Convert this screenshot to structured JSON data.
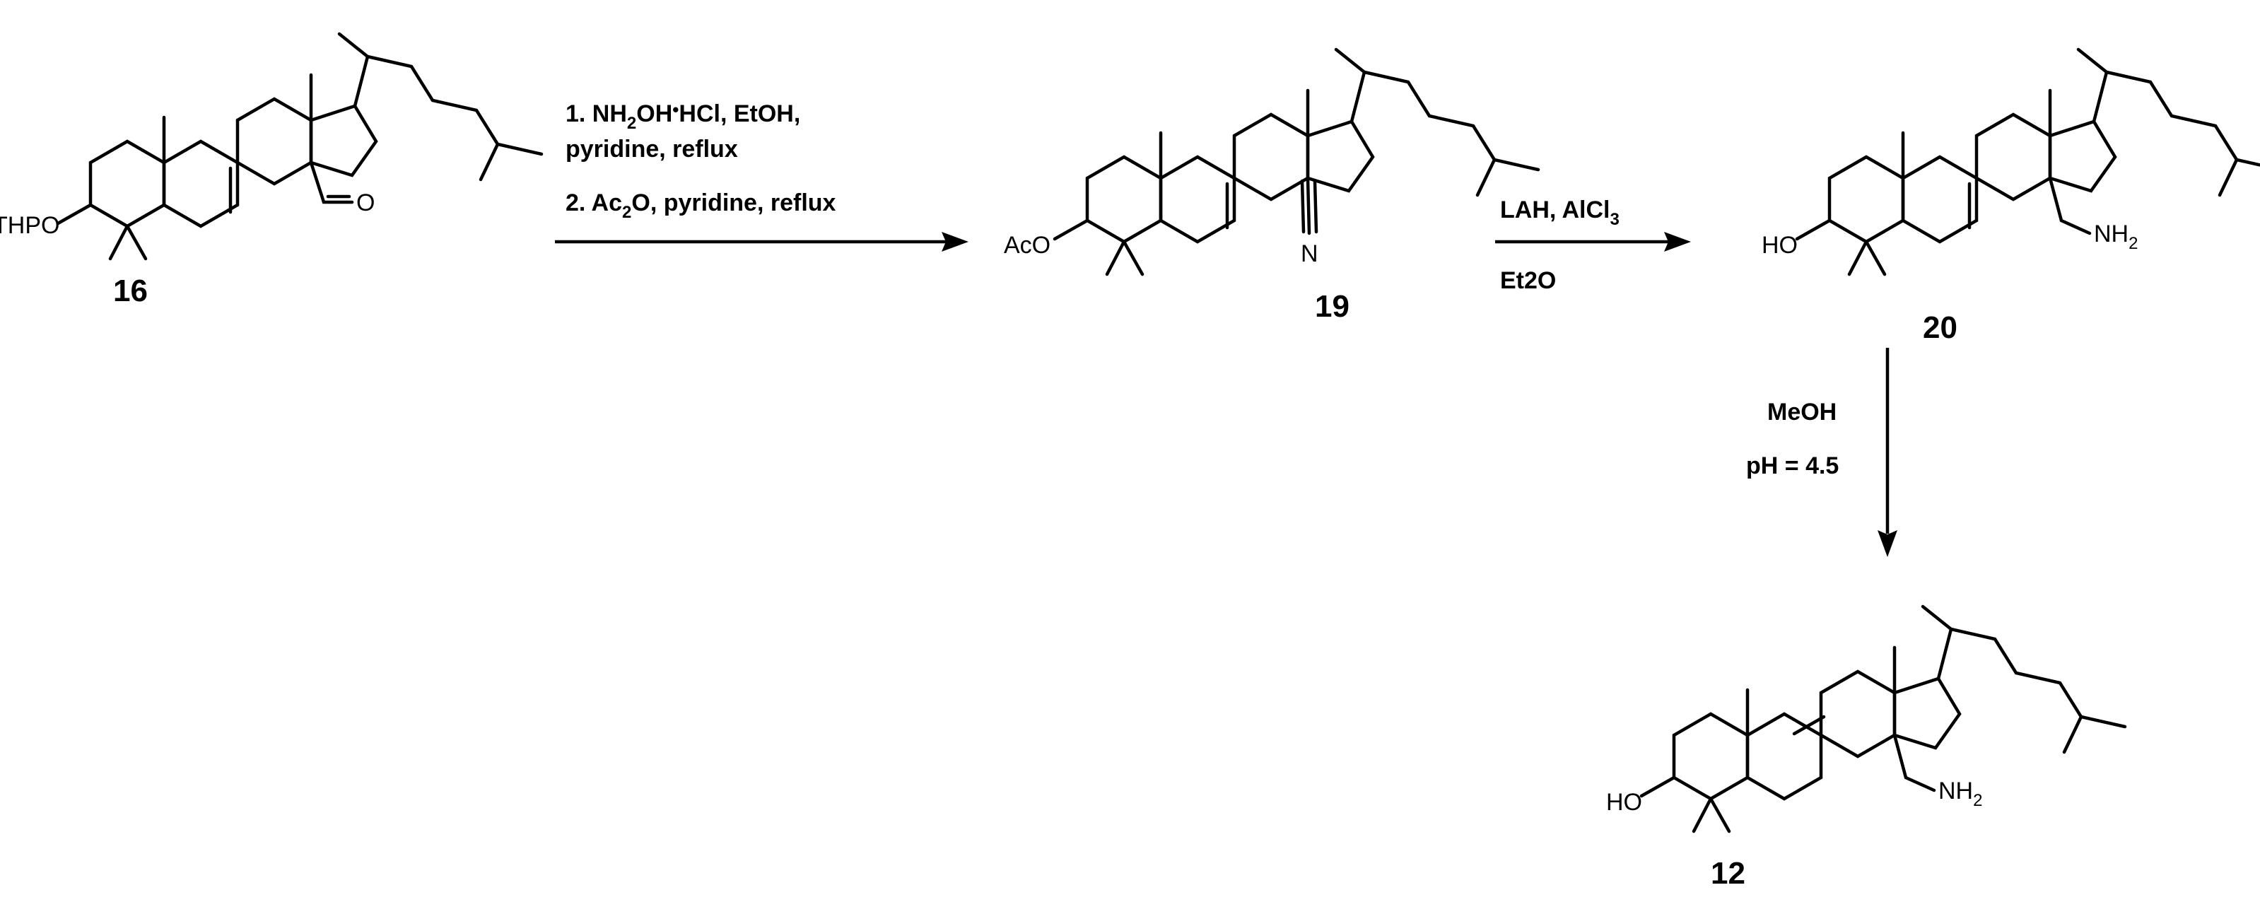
{
  "compounds": [
    {
      "id": "16",
      "label": "16",
      "substituent_3": "THPO",
      "substituent_14": "O"
    },
    {
      "id": "19",
      "label": "19",
      "substituent_3": "AcO",
      "substituent_14": "N"
    },
    {
      "id": "20",
      "label": "20",
      "substituent_3": "HO",
      "substituent_14": "NH",
      "substituent_14_sub": "2"
    },
    {
      "id": "12",
      "label": "12",
      "substituent_3": "HO",
      "substituent_14": "NH",
      "substituent_14_sub": "2"
    }
  ],
  "steps": {
    "step1": {
      "line1_a": "1. NH",
      "line1_sub": "2",
      "line1_b": "OH",
      "line1_dot": "•",
      "line1_c": "HCl, EtOH,",
      "line2": "pyridine, reflux",
      "line3_a": "2. Ac",
      "line3_sub": "2",
      "line3_b": "O, pyridine, reflux"
    },
    "step2": {
      "reagent_a": "LAH, AlCl",
      "reagent_sub": "3",
      "solvent": "Et2O"
    },
    "step3": {
      "reagent": "MeOH",
      "condition": "pH = 4.5"
    }
  }
}
